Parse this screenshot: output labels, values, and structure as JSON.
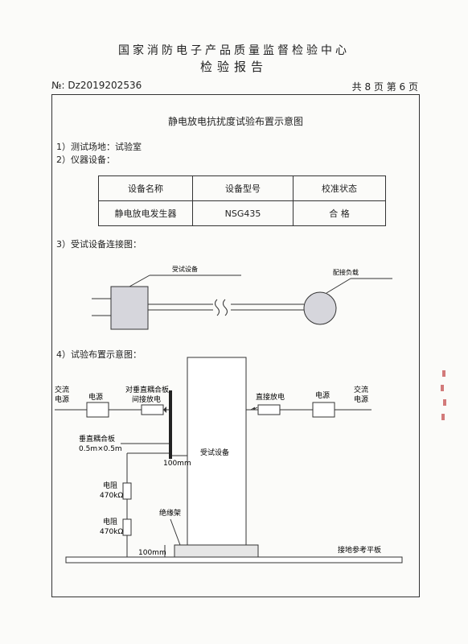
{
  "header": {
    "org": "国家消防电子产品质量监督检验中心",
    "doc_type": "检验报告",
    "report_no": "№: Dz2019202536",
    "page_info": "共 8 页   第 6 页"
  },
  "title": "静电放电抗扰度试验布置示意图",
  "sections": {
    "site": "1）测试场地：试验室",
    "instruments": "2）仪器设备：",
    "connection": "3）受试设备连接图：",
    "layout": "4）试验布置示意图："
  },
  "equipment_table": {
    "headers": [
      "设备名称",
      "设备型号",
      "校准状态"
    ],
    "rows": [
      [
        "静电放电发生器",
        "NSG435",
        "合 格"
      ]
    ]
  },
  "connection_diagram": {
    "eut_label": "受试设备",
    "load_label": "配接负载"
  },
  "layout_diagram": {
    "ac_power_left": [
      "交流",
      "电源"
    ],
    "power_left": "电源",
    "indirect": [
      "对垂直耦合板",
      "间接放电"
    ],
    "vcp": [
      "垂直耦合板",
      "0.5m×0.5m"
    ],
    "dim_100_right": "100mm",
    "eut": "受试设备",
    "res1": [
      "电阻",
      "470kΩ"
    ],
    "res2": [
      "电阻",
      "470kΩ"
    ],
    "insulation": "绝缘架",
    "dim_100_bottom": "100mm",
    "direct": "直接放电",
    "power_right": "电源",
    "ac_power_right": [
      "交流",
      "电源"
    ],
    "ground_plane": "接地参考平板"
  }
}
